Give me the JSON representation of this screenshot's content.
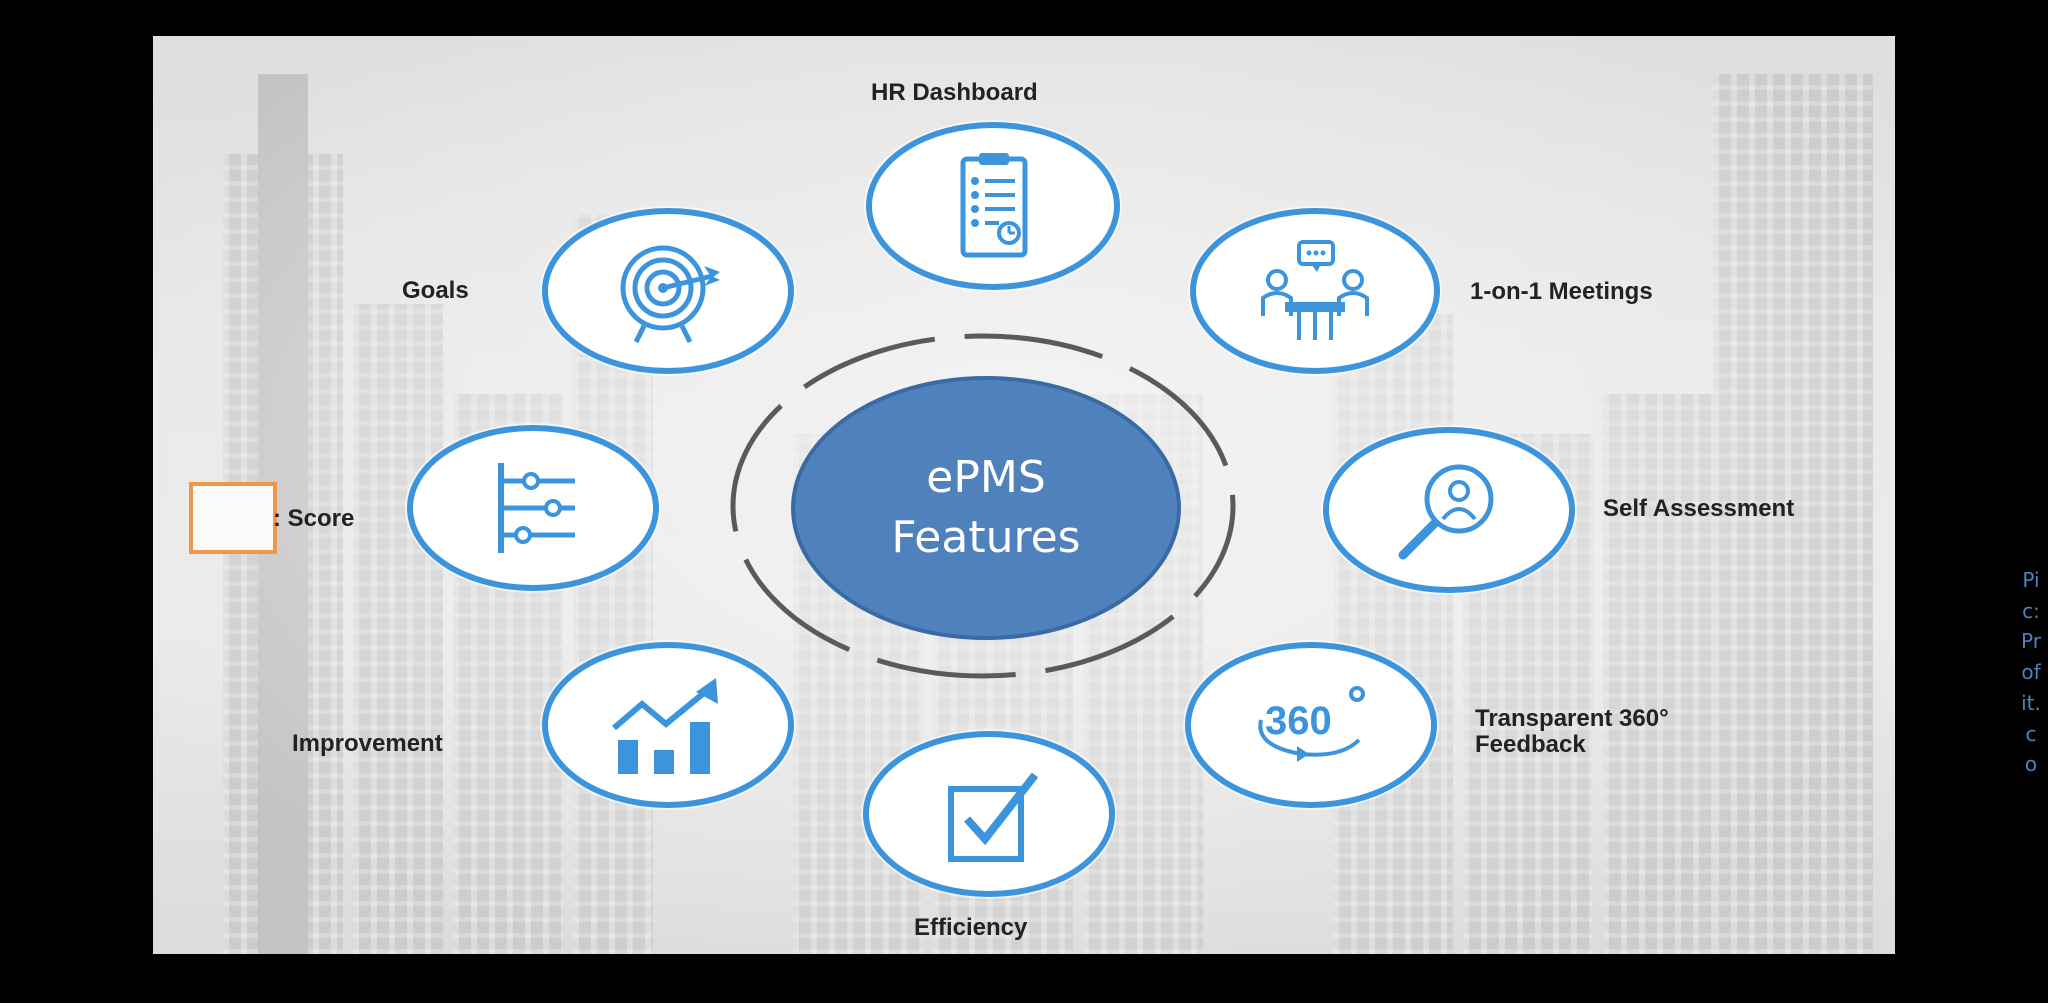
{
  "center": {
    "line1": "ePMS",
    "line2": "Features"
  },
  "features": {
    "hr_dashboard": "HR Dashboard",
    "goals": "Goals",
    "meetings": "1-on-1 Meetings",
    "score": ": Score",
    "self_assessment": "Self Assessment",
    "improvement": "Improvement",
    "feedback_line1": "Transparent 360°",
    "feedback_line2": "Feedback",
    "efficiency": "Efficiency"
  },
  "feedback_icon_text": "360",
  "credit": "Pic:Profit.co",
  "icons": [
    "clipboard-icon",
    "target-icon",
    "meeting-icon",
    "magnifier-user-icon",
    "sliders-icon",
    "growth-chart-icon",
    "rotate-360-icon",
    "checkbox-icon"
  ],
  "colors": {
    "accent": "#3b94dc",
    "center_fill": "#4f81bd",
    "highlight": "#f0964a",
    "background": "#000000"
  }
}
